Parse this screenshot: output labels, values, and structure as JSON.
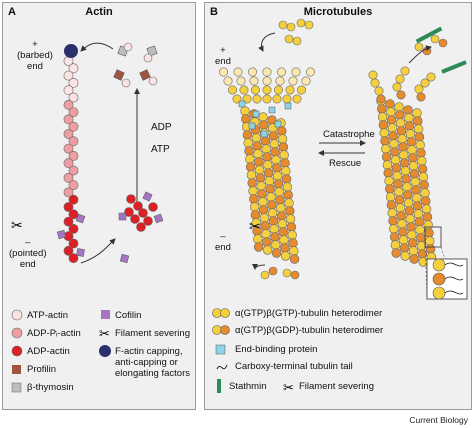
{
  "panel_a": {
    "letter": "A",
    "title": "Actin",
    "barbed_end": [
      "+",
      "(barbed)",
      "end"
    ],
    "pointed_end": [
      "–",
      "(pointed)",
      "end"
    ],
    "adp_label": "ADP",
    "atp_label": "ATP",
    "legend": [
      {
        "label": "ATP-actin",
        "icon": "circle-light-icon"
      },
      {
        "label": "ADP-Pᵢ-actin",
        "icon": "circle-pink-icon"
      },
      {
        "label": "ADP-actin",
        "icon": "circle-red-icon"
      },
      {
        "label": "Profilin",
        "icon": "square-brown-icon"
      },
      {
        "label": "β-thymosin",
        "icon": "square-gray-icon"
      },
      {
        "label": "Cofilin",
        "icon": "square-purple-icon"
      },
      {
        "label": "Filament severing",
        "icon": "scissors-icon"
      },
      {
        "label": "F-actin capping, anti-capping or elongating factors",
        "icon": "circle-navy-icon"
      }
    ]
  },
  "panel_b": {
    "letter": "B",
    "title": "Microtubules",
    "plus_end": [
      "+",
      "end"
    ],
    "minus_end": [
      "–",
      "end"
    ],
    "catastrophe": "Catastrophe",
    "rescue": "Rescue",
    "legend": [
      {
        "label": "α(GTP)β(GTP)-tubulin heterodimer",
        "icon": "dimer-gtp-icon"
      },
      {
        "label": "α(GTP)β(GDP)-tubulin heterodimer",
        "icon": "dimer-gdp-icon"
      },
      {
        "label": "End-binding protein",
        "icon": "square-blue-icon"
      },
      {
        "label": "Carboxy-terminal tubulin tail",
        "icon": "tail-icon"
      },
      {
        "label": "Stathmin",
        "icon": "stathmin-bar-icon"
      },
      {
        "label": "Filament severing",
        "icon": "scissors-icon"
      }
    ]
  },
  "credit": "Current Biology",
  "colors": {
    "atp_actin": "#fbe3e3",
    "adp_pi_actin": "#ee9ea2",
    "adp_actin": "#dd1f26",
    "capping": "#2b2f6b",
    "profilin": "#a0553f",
    "thymosin": "#bdbdbd",
    "cofilin": "#a574c2",
    "tubulin_yellow": "#f5cf3c",
    "tubulin_orange": "#e58a2d",
    "end_binding": "#8fd3e6",
    "stathmin": "#2e8b57"
  }
}
